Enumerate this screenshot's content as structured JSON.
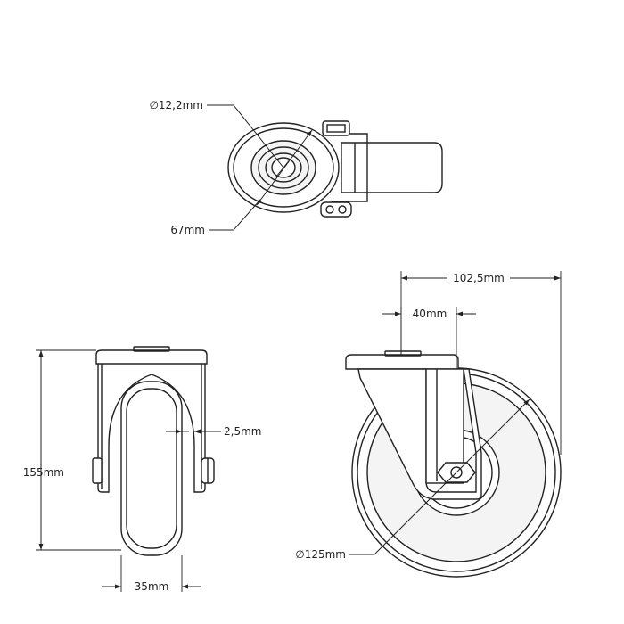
{
  "dimensions": {
    "bolt_hole_diameter": "∅12,2mm",
    "plate_diameter": "67mm",
    "offset_length": "102,5mm",
    "swivel_offset": "40mm",
    "fork_gap": "2,5mm",
    "overall_height": "155mm",
    "wheel_diameter": "∅125mm",
    "wheel_width": "35mm"
  },
  "colors": {
    "line": "#222222",
    "background": "#ffffff"
  }
}
